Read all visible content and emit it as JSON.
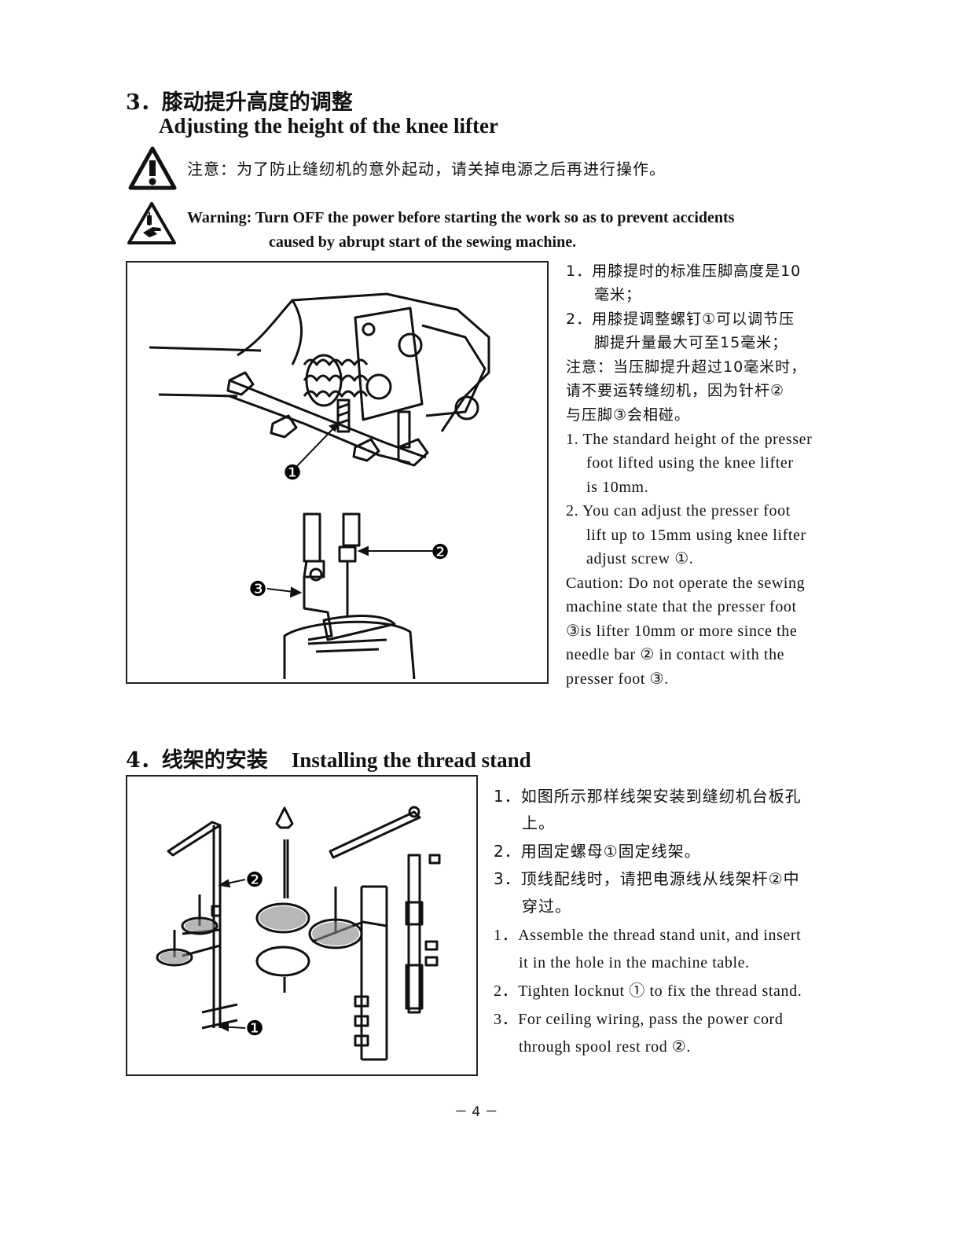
{
  "section3": {
    "number": "3．",
    "title_cn": "膝动提升高度的调整",
    "title_en": "Adjusting the height of the knee lifter",
    "caution_cn": "注意：为了防止缝纫机的意外起动，请关掉电源之后再进行操作。",
    "warning_line1": "Warning: Turn OFF the power before starting the work so as to  prevent accidents",
    "warning_line2": "caused by abrupt start of the sewing machine.",
    "cn_lines": [
      "1．用膝提时的标准压脚高度是10",
      "毫米；",
      "2．用膝提调整螺钉①可以调节压",
      "脚提升量最大可至15毫米；",
      "注意：当压脚提升超过10毫米时，",
      "请不要运转缝纫机，因为针杆②",
      "与压脚③会相碰。"
    ],
    "en_lines": [
      "1. The standard height of the presser",
      "foot lifted using the knee lifter",
      "is 10mm.",
      "2. You can adjust the presser foot",
      "lift up to 15mm using knee lifter",
      "adjust screw ①.",
      "Caution: Do not operate the sewing",
      "machine state that the presser foot",
      "③is lifter 10mm or more since the",
      "needle bar ② in contact with the",
      "presser foot ③."
    ],
    "callouts": [
      "❶",
      "❷",
      "❸"
    ]
  },
  "section4": {
    "number": "4．",
    "title_cn": "线架的安装",
    "title_en": "Installing the thread stand",
    "cn_lines": [
      "1．如图所示那样线架安装到缝纫机台板孔",
      "上。",
      "2．用固定螺母①固定线架。",
      "3．顶线配线时，请把电源线从线架杆②中",
      "穿过。"
    ],
    "en_lines": [
      "1．Assemble the thread stand unit, and insert",
      "it in the hole in the machine table.",
      "2．Tighten locknut ① to fix the thread stand.",
      "3．For ceiling wiring, pass the power cord",
      "through spool rest rod ②."
    ],
    "callouts": [
      "❶",
      "❷"
    ]
  },
  "footer": {
    "page": "－ 4 －"
  }
}
